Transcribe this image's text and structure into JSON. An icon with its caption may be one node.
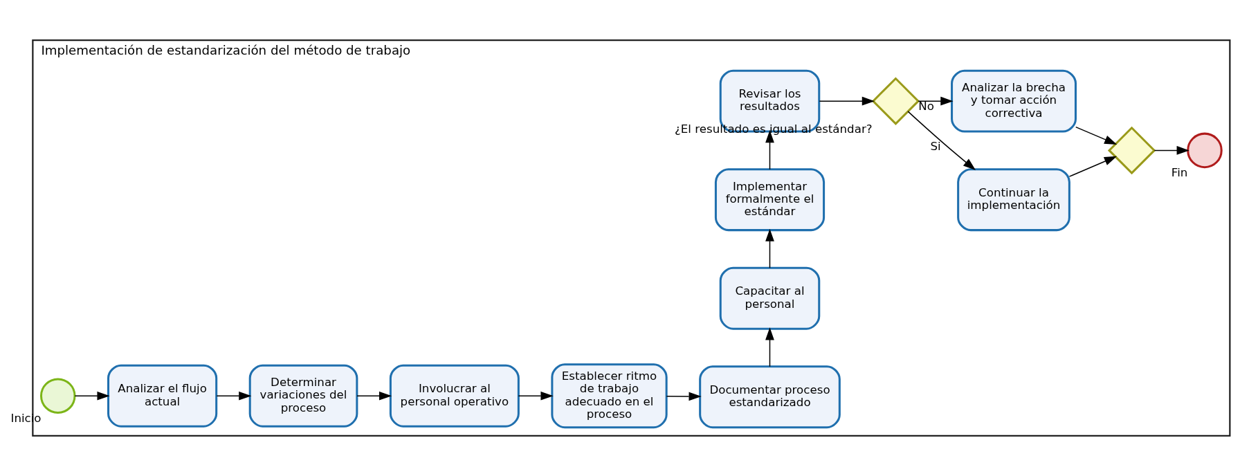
{
  "diagram": {
    "nodes": [
      {
        "text": [
          "Implementación de estandarización del método de trabajo"
        ]
      },
      {
        "text": [],
        "shape": "circle",
        "beside": [
          "Inicio"
        ],
        "in": 0
      },
      {
        "text": [
          "Analizar el flujo actual"
        ],
        "in": 0
      },
      {
        "text": [
          "Determinar variaciones del proceso"
        ],
        "in": 0
      },
      {
        "text": [
          "Involucrar al personal operativo"
        ],
        "in": 0
      },
      {
        "text": [
          "Establecer ritmo de trabajo adecuado en el proceso"
        ],
        "in": 0
      },
      {
        "text": [
          "Documentar proceso estandarizado"
        ],
        "in": 0
      },
      {
        "text": [
          "Capacitar al personal"
        ],
        "in": 0
      },
      {
        "text": [
          "Implementar formalmente el estándar"
        ],
        "in": 0
      },
      {
        "text": [
          "Revisar los resultados"
        ],
        "in": 0
      },
      {
        "text": [],
        "shape": "diamond",
        "beside": [
          "¿El resultado es igual al estándar?"
        ],
        "in": 0
      },
      {
        "text": [
          "Continuar la implementación"
        ],
        "in": 0
      },
      {
        "text": [
          "Analizar la brecha y tomar acción correctiva"
        ],
        "in": 0
      },
      {
        "text": [],
        "shape": "diamond",
        "in": 0
      },
      {
        "text": [],
        "shape": "circle",
        "beside": [
          "Fin"
        ],
        "in": 0
      }
    ],
    "edges": [
      {
        "from": 1,
        "to": 2,
        "arrow": "to"
      },
      {
        "from": 2,
        "to": 3,
        "arrow": "to"
      },
      {
        "from": 3,
        "to": 4,
        "arrow": "to"
      },
      {
        "from": 4,
        "to": 5,
        "arrow": "to"
      },
      {
        "from": 5,
        "to": 6,
        "arrow": "to"
      },
      {
        "from": 6,
        "to": 7,
        "arrow": "to"
      },
      {
        "from": 7,
        "to": 8,
        "arrow": "to"
      },
      {
        "from": 8,
        "to": 9,
        "arrow": "to"
      },
      {
        "from": 9,
        "to": 10,
        "arrow": "to"
      },
      {
        "from": 10,
        "to": 11,
        "arrow": "to",
        "label": "Si"
      },
      {
        "from": 10,
        "to": 12,
        "arrow": "to",
        "label": "No"
      },
      {
        "from": 11,
        "to": 13,
        "arrow": "to"
      },
      {
        "from": 12,
        "to": 13,
        "arrow": "to"
      },
      {
        "from": 13,
        "to": 14,
        "arrow": "to"
      }
    ]
  }
}
